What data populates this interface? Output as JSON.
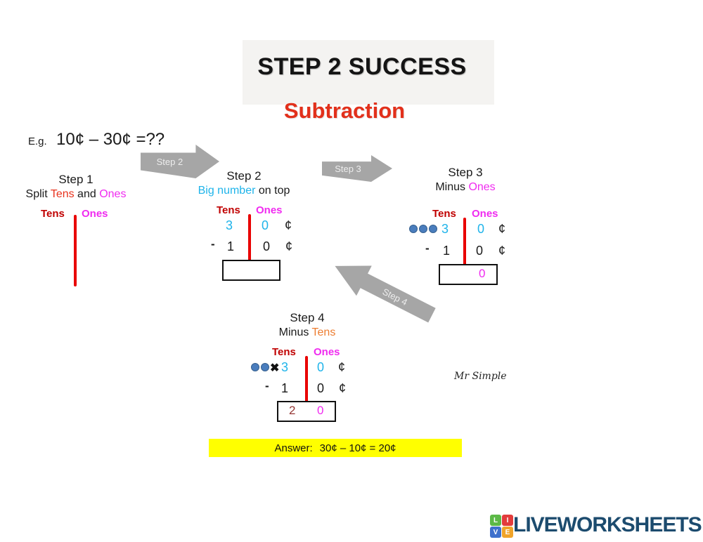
{
  "header": {
    "title": "STEP 2 SUCCESS",
    "subtitle": "Subtraction"
  },
  "example": {
    "prefix": "E.g.",
    "expression": "10¢ – 30¢ =??"
  },
  "arrows": {
    "to_step2": "Step 2",
    "to_step3": "Step 3",
    "to_step4": "Step 4"
  },
  "step1": {
    "title": "Step 1",
    "caption": [
      "Split ",
      "Tens",
      " and ",
      "Ones"
    ],
    "tens_header": "Tens",
    "ones_header": "Ones"
  },
  "step2": {
    "title": "Step 2",
    "caption": [
      "Big number",
      " on top"
    ],
    "tens_header": "Tens",
    "ones_header": "Ones",
    "row1": {
      "tens": "3",
      "ones": "0",
      "cent": "¢"
    },
    "row2": {
      "minus": "-",
      "tens": "1",
      "ones": "0",
      "cent": "¢"
    },
    "answer_box": {
      "tens": "",
      "ones": ""
    }
  },
  "step3": {
    "title": "Step 3",
    "caption": [
      "Minus ",
      "Ones"
    ],
    "tens_header": "Tens",
    "ones_header": "Ones",
    "dots_count": 3,
    "row1": {
      "tens": "3",
      "ones": "0",
      "cent": "¢"
    },
    "row2": {
      "minus": "-",
      "tens": "1",
      "ones": "0",
      "cent": "¢"
    },
    "answer_box": {
      "ones": "0"
    }
  },
  "step4": {
    "title": "Step 4",
    "caption": [
      "Minus ",
      "Tens"
    ],
    "tens_header": "Tens",
    "ones_header": "Ones",
    "dots_count": 2,
    "cross": "✖",
    "row1": {
      "tens": "3",
      "ones": "0",
      "cent": "¢"
    },
    "row2": {
      "minus": "-",
      "tens": "1",
      "ones": "0",
      "cent": "¢"
    },
    "answer_box": {
      "tens": "2",
      "ones": "0"
    }
  },
  "watermark": "Mr Simple",
  "answer_bar": {
    "label": "Answer:",
    "expression": "30¢ – 10¢ = 20¢"
  },
  "footer_logo": {
    "tiles": [
      "L",
      "I",
      "V",
      "E"
    ],
    "name": "LIVEWORKSHEETS"
  },
  "colors": {
    "subtitle_red": "#e2301b",
    "tens_red": "#c00000",
    "ones_magenta": "#f02bf0",
    "big_number_cyan": "#1fb4ea",
    "minus_tens_orange": "#ed7d31",
    "divider_red": "#e90000",
    "dot_blue": "#4a7dbd",
    "answer_tens_maroon": "#943634",
    "highlight_yellow": "#ffff00",
    "arrow_gray": "#a6a6a6",
    "logo_navy": "#1c4b6e",
    "logo_tile_green": "#5cb947",
    "logo_tile_red": "#e23c3c",
    "logo_tile_blue": "#3e70cc",
    "logo_tile_orange": "#f0a42a"
  }
}
